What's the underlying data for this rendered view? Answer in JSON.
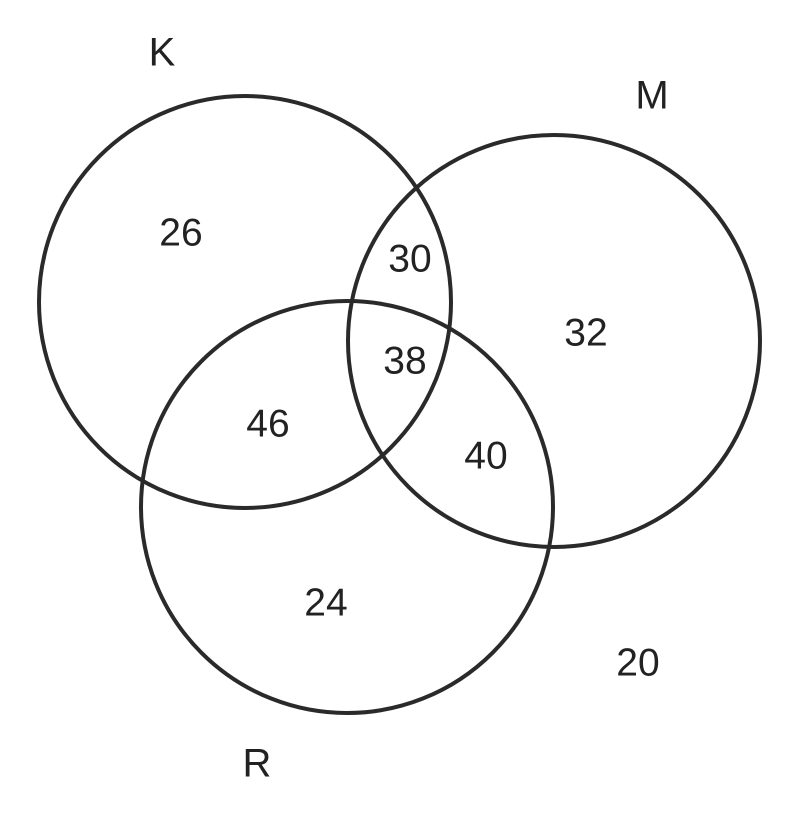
{
  "sets": {
    "k": {
      "label": "K"
    },
    "m": {
      "label": "M"
    },
    "r": {
      "label": "R"
    }
  },
  "regions": {
    "k_only": "26",
    "k_and_m": "30",
    "m_only": "32",
    "k_m_r": "38",
    "k_and_r": "46",
    "m_and_r": "40",
    "r_only": "24",
    "outside": "20"
  },
  "style": {
    "stroke_color": "#2a2a2a",
    "text_color": "#222222",
    "background": "#ffffff"
  }
}
